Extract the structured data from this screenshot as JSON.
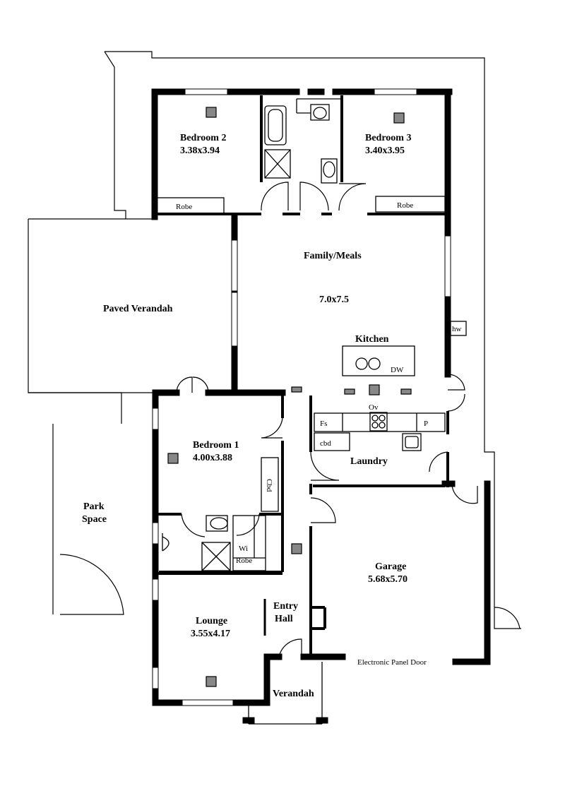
{
  "rooms": {
    "bedroom2": {
      "name": "Bedroom 2",
      "dims": "3.38x3.94"
    },
    "bedroom3": {
      "name": "Bedroom 3",
      "dims": "3.40x3.95"
    },
    "family": {
      "name": "Family/Meals",
      "dims": "7.0x7.5"
    },
    "kitchen": {
      "name": "Kitchen"
    },
    "paved_verandah": {
      "name": "Paved Verandah"
    },
    "bedroom1": {
      "name": "Bedroom 1",
      "dims": "4.00x3.88"
    },
    "laundry": {
      "name": "Laundry"
    },
    "park_space": {
      "line1": "Park",
      "line2": "Space"
    },
    "garage": {
      "name": "Garage",
      "dims": "5.68x5.70"
    },
    "lounge": {
      "name": "Lounge",
      "dims": "3.55x4.17"
    },
    "entry_hall": {
      "line1": "Entry",
      "line2": "Hall"
    },
    "verandah": {
      "name": "Verandah"
    }
  },
  "fixtures": {
    "robe_left": "Robe",
    "robe_right": "Robe",
    "hw": "hw",
    "dw": "DW",
    "ov": "Ov",
    "fs": "Fs",
    "p": "P",
    "cbd": "cbd",
    "cbd_vertical": "Cbd",
    "wi": "Wi",
    "wi_robe": "Robe",
    "garage_door": "Electronic Panel Door"
  }
}
